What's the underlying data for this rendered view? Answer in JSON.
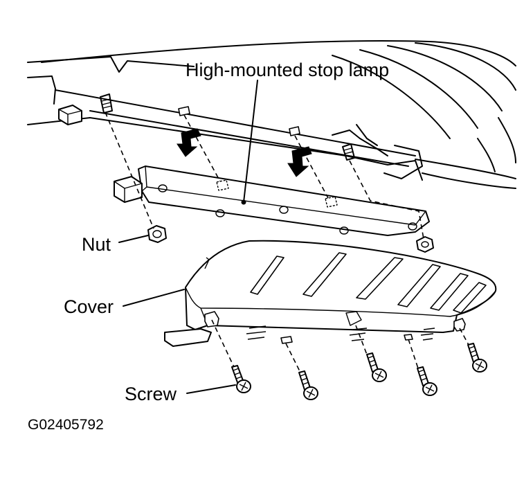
{
  "labels": {
    "stop_lamp": "High-mounted stop lamp",
    "nut": "Nut",
    "cover": "Cover",
    "screw": "Screw",
    "figure_code": "G02405792"
  }
}
